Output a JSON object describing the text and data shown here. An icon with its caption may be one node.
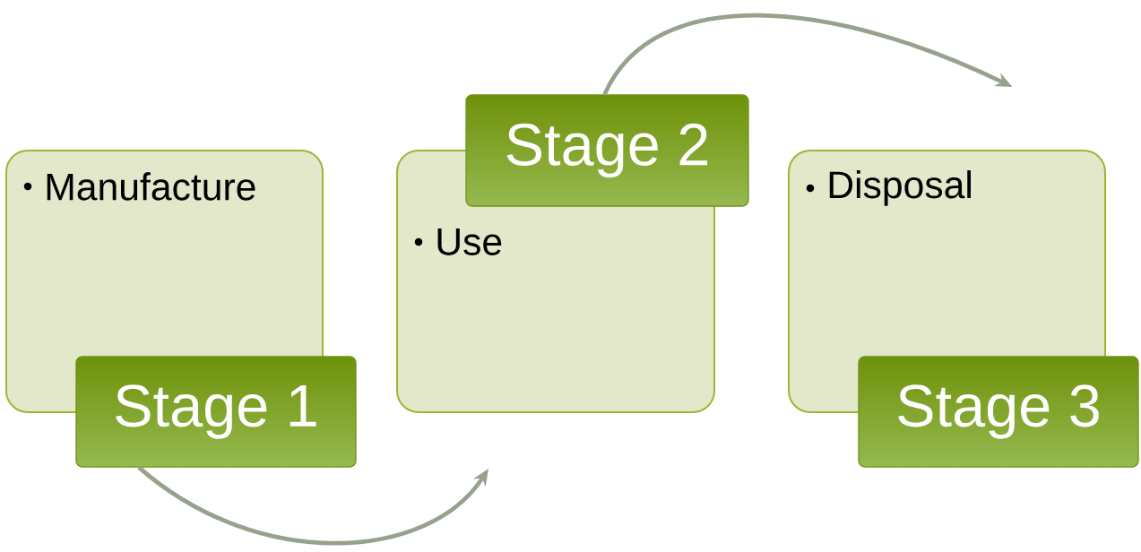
{
  "diagram": {
    "nodes": [
      {
        "text": [
          "Manufacture"
        ]
      },
      {
        "text": [
          "Stage 1"
        ]
      },
      {
        "text": [
          "Use"
        ]
      },
      {
        "text": [
          "Stage 2"
        ]
      },
      {
        "text": [
          "Disposal"
        ]
      },
      {
        "text": [
          "Stage 3"
        ]
      }
    ],
    "edges": [
      {
        "from": 1,
        "to": 2,
        "arrow": "to"
      },
      {
        "from": 3,
        "to": 4,
        "arrow": "to"
      }
    ]
  }
}
